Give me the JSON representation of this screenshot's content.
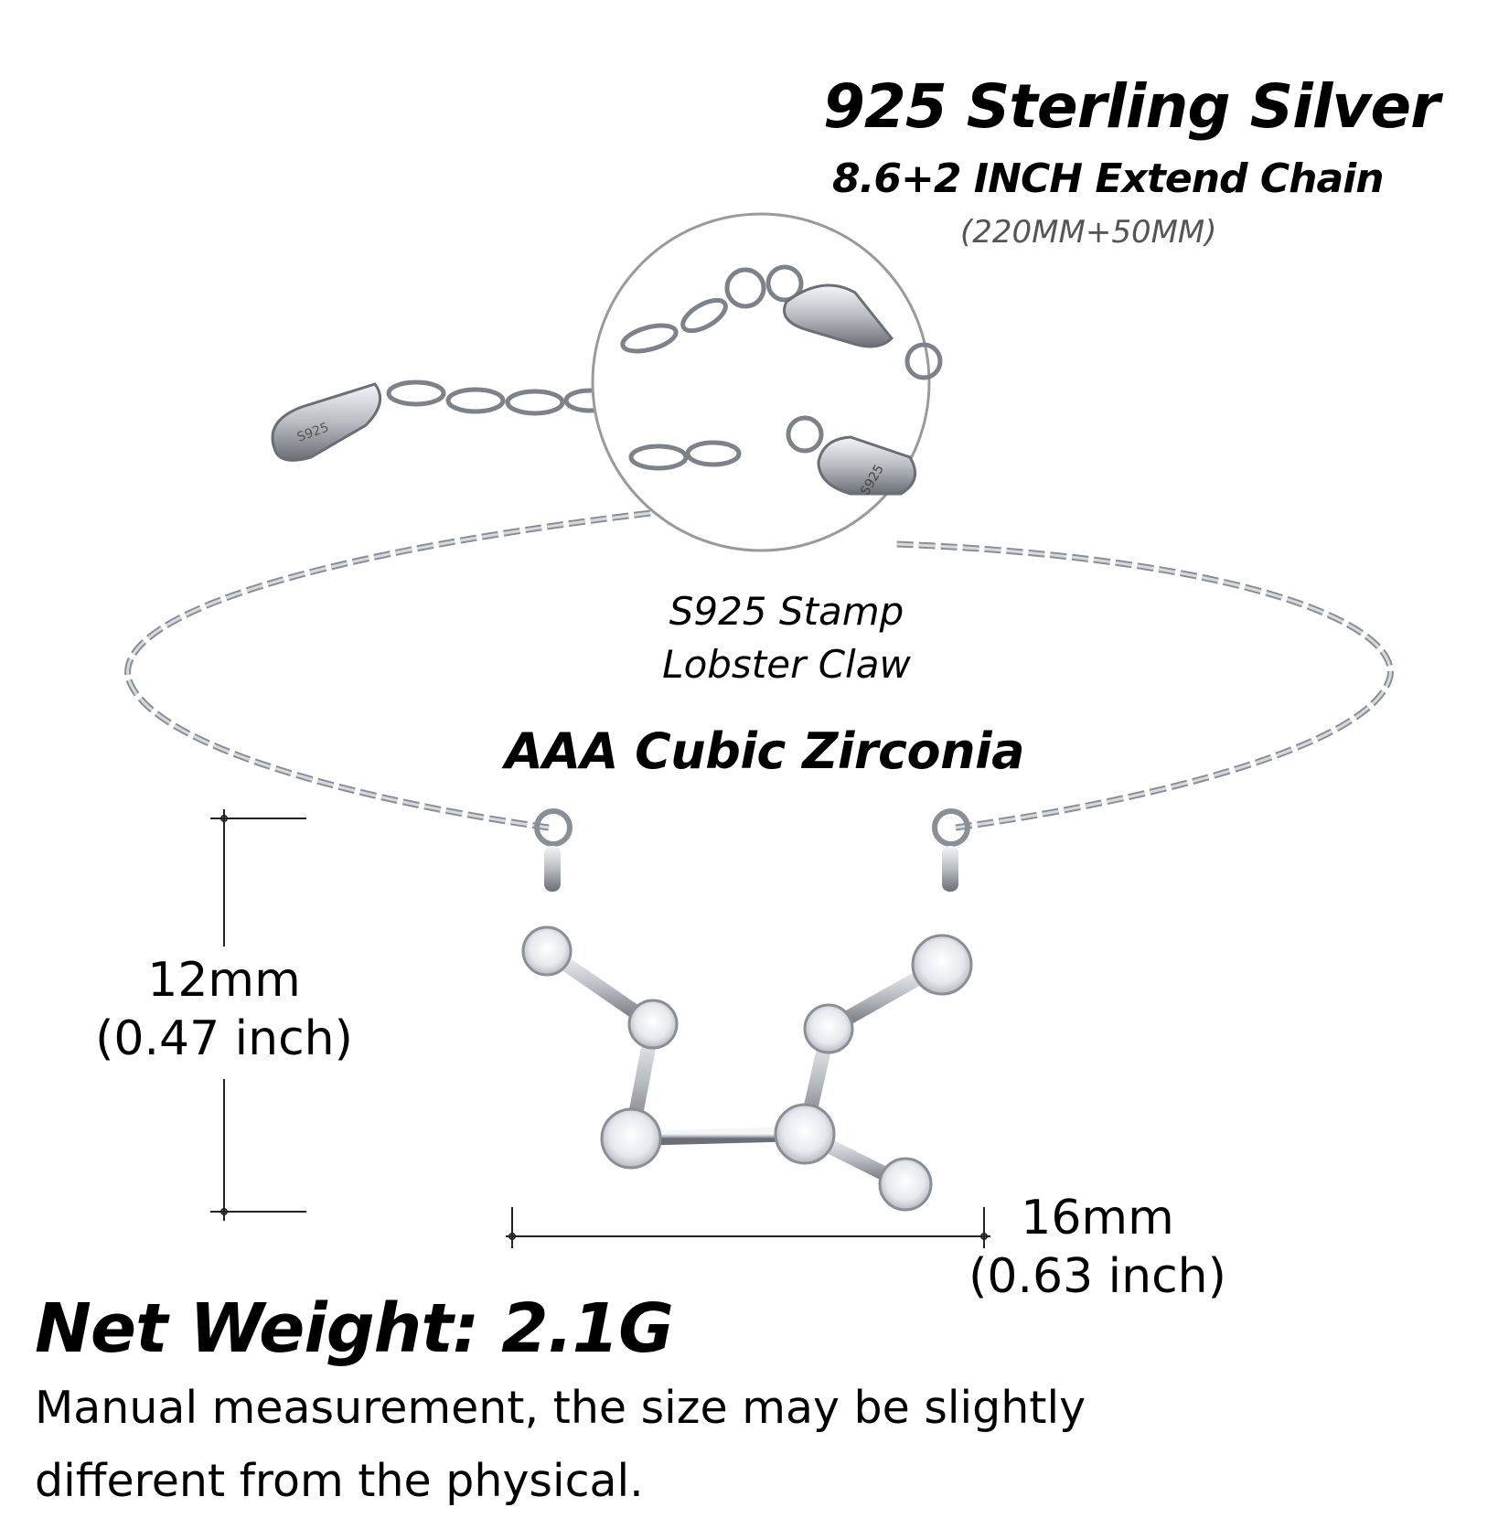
{
  "product": {
    "title": "925 Sterling Silver",
    "chain_length": "8.6+2 INCH Extend Chain",
    "chain_length_metric": "(220MM+50MM)",
    "clasp_line1": "S925 Stamp",
    "clasp_line2": "Lobster Claw",
    "stone": "AAA Cubic Zirconia",
    "height_mm": "12mm",
    "height_inch": "(0.47 inch)",
    "width_mm": "16mm",
    "width_inch": "(0.63 inch)",
    "net_weight": "Net Weight: 2.1G",
    "note_line1": "Manual measurement, the size may be slightly",
    "note_line2": "different from the physical.",
    "tag_stamp": "S925"
  },
  "colors": {
    "background": "#ffffff",
    "text": "#000000",
    "metric_text": "#555555",
    "silver": "#c9ccd1",
    "silver_dark": "#6b6f75",
    "dimension_line": "#222222"
  }
}
